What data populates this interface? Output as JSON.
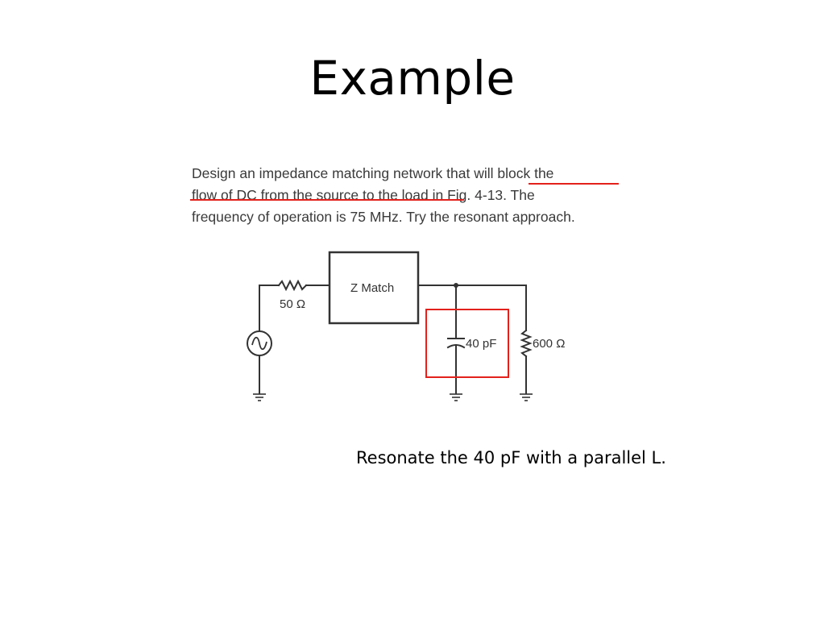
{
  "slide": {
    "title": "Example",
    "caption": "Resonate the 40 pF with a parallel L."
  },
  "problem": {
    "lines": [
      "Design an impedance matching network that will block the",
      "flow of DC from the source to the load in Fig. 4-13. The",
      "frequency of operation is 75 MHz. Try the resonant approach."
    ]
  },
  "circuit": {
    "source_resistor": "50 Ω",
    "match_box": "Z Match",
    "capacitor": "40 pF",
    "load_resistor": "600 Ω"
  },
  "colors": {
    "highlight": "#e3211c",
    "wire": "#333333"
  }
}
